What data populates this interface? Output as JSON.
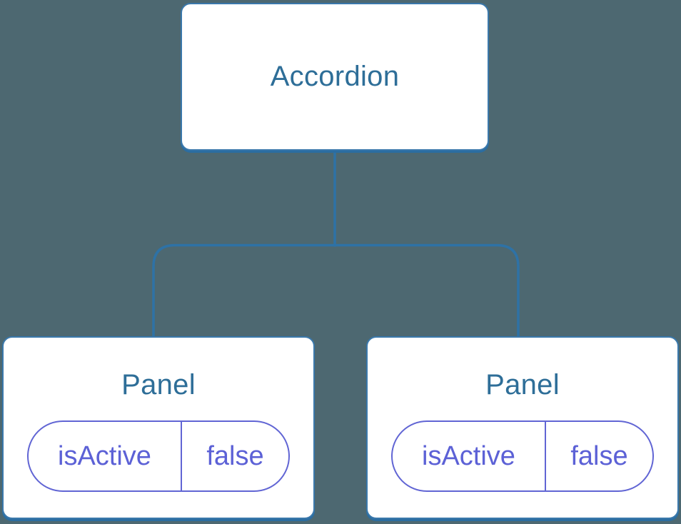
{
  "tree": {
    "root": {
      "label": "Accordion"
    },
    "children": [
      {
        "label": "Panel",
        "state": {
          "name": "isActive",
          "value": "false"
        }
      },
      {
        "label": "Panel",
        "state": {
          "name": "isActive",
          "value": "false"
        }
      }
    ]
  },
  "colors": {
    "background": "#4d6871",
    "node_fill": "#ffffff",
    "node_border": "#3a78ab",
    "node_label_text": "#2e6e98",
    "connector": "#2e72a6",
    "state_pill_border": "#6165d4",
    "state_pill_text": "#5c61d6"
  }
}
